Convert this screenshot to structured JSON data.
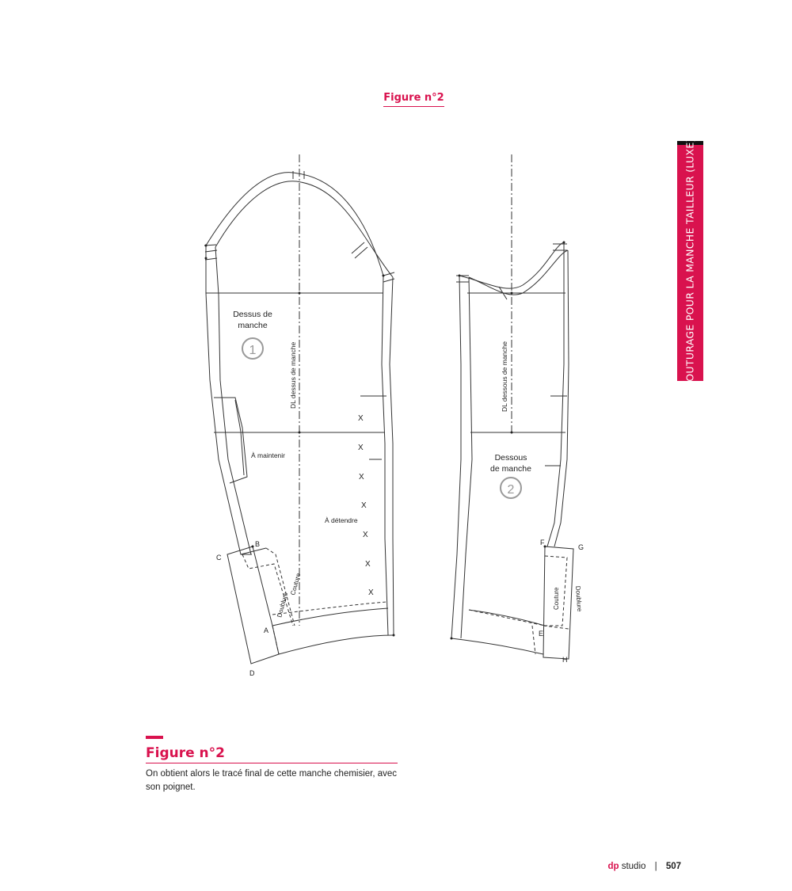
{
  "header": {
    "figure_label": "Figure n°2"
  },
  "side_tab": {
    "text": "COUTURAGE POUR LA MANCHE TAILLEUR (LUXE)"
  },
  "diagram": {
    "piece1": {
      "title_line1": "Dessus de",
      "title_line2": "manche",
      "number": "1",
      "grain_label": "DL dessus de manche",
      "maintain_label": "À maintenir",
      "stretch_label": "À détendre",
      "cross": "X",
      "couture_label": "Couture",
      "doublure_label": "Doublure",
      "points": {
        "A": "A",
        "B": "B",
        "C": "C",
        "D": "D"
      }
    },
    "piece2": {
      "title_line1": "Dessous",
      "title_line2": "de manche",
      "number": "2",
      "grain_label": "DL dessous de manche",
      "couture_label": "Couture",
      "doublure_label": "Doublure",
      "points": {
        "E": "E",
        "F": "F",
        "G": "G",
        "H": "H"
      }
    }
  },
  "caption": {
    "title": "Figure n°2",
    "text": "On obtient alors le tracé final de cette manche chemisier, avec son poignet."
  },
  "footer": {
    "brand": "dp",
    "studio": "studio",
    "separator": "|",
    "page_number": "507"
  }
}
